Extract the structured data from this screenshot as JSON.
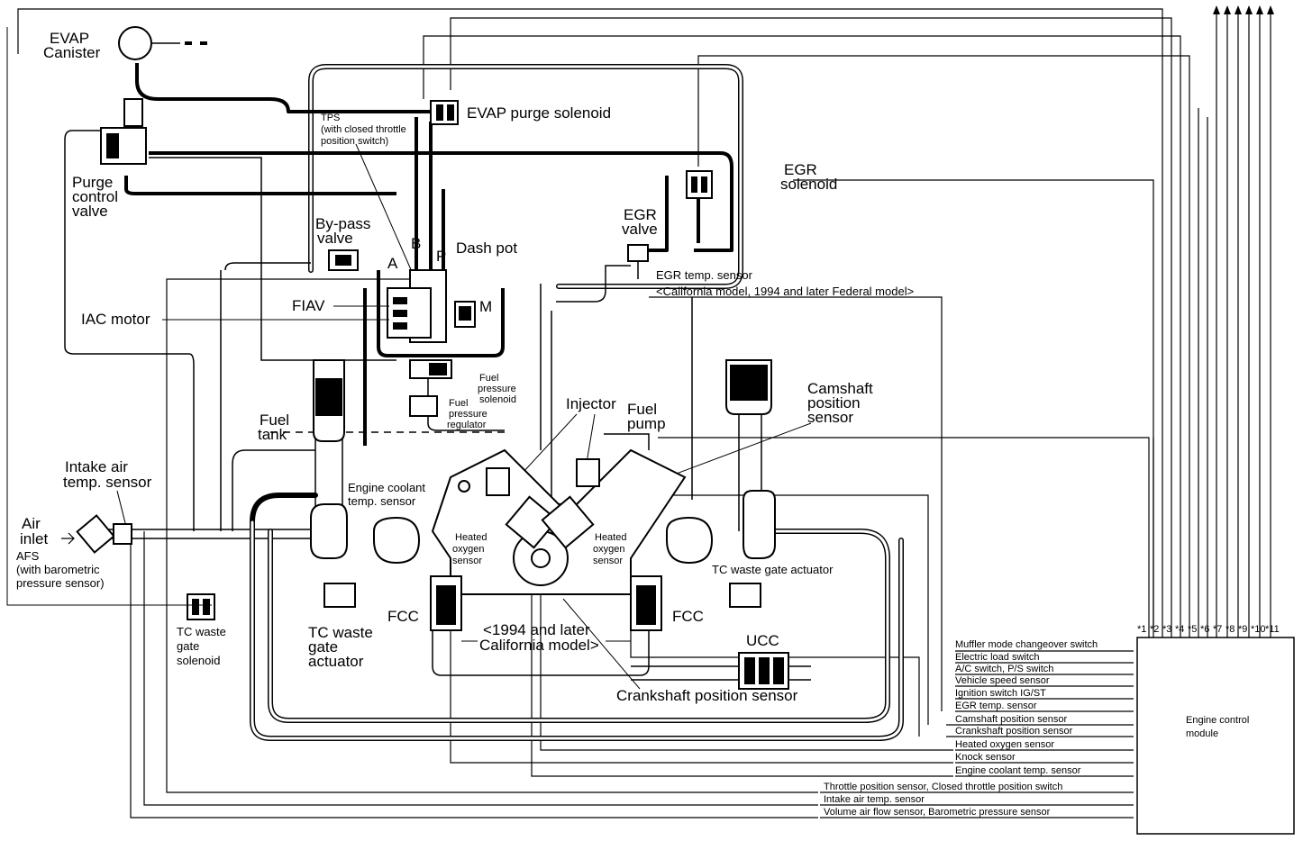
{
  "components": {
    "evap_canister": [
      "EVAP",
      "Canister"
    ],
    "purge_control_valve": [
      "Purge",
      "control",
      "valve"
    ],
    "evap_purge_solenoid": "EVAP purge solenoid",
    "tps": [
      "TPS",
      "(with closed throttle",
      "position switch)"
    ],
    "egr_solenoid": [
      "EGR",
      "solenoid"
    ],
    "egr_valve": [
      "EGR",
      "valve"
    ],
    "bypass_valve": [
      "By-pass",
      "valve"
    ],
    "dash_pot": "Dash pot",
    "egr_temp_sensor": [
      "EGR temp. sensor",
      "<California model, 1994 and later Federal model>"
    ],
    "fiav": "FIAV",
    "iac_motor": "IAC motor",
    "fuel_pressure_solenoid": [
      "Fuel",
      "pressure",
      "solenoid"
    ],
    "fuel_pressure_regulator": [
      "Fuel",
      "pressure",
      "regulator"
    ],
    "fuel_tank": [
      "Fuel",
      "tank"
    ],
    "injector": "Injector",
    "fuel_pump": [
      "Fuel",
      "pump"
    ],
    "camshaft_position_sensor": [
      "Camshaft",
      "position",
      "sensor"
    ],
    "intake_air_temp_sensor": [
      "Intake air",
      "temp. sensor"
    ],
    "engine_coolant_temp_sensor": [
      "Engine coolant",
      "temp. sensor"
    ],
    "air_inlet": [
      "Air",
      "inlet"
    ],
    "afs": [
      "AFS",
      "(with barometric",
      "pressure sensor)"
    ],
    "heated_oxygen_sensor_left": [
      "Heated",
      "oxygen",
      "sensor"
    ],
    "heated_oxygen_sensor_right": [
      "Heated",
      "oxygen",
      "sensor"
    ],
    "tc_waste_gate_actuator_right": "TC waste gate actuator",
    "tc_waste_gate_actuator_left": [
      "TC waste",
      "gate",
      "actuator"
    ],
    "tc_waste_gate_solenoid": [
      "TC waste",
      "gate",
      "solenoid"
    ],
    "fcc_left": "FCC",
    "fcc_right": "FCC",
    "california_note": [
      "<1994 and later",
      "California model>"
    ],
    "ucc": "UCC",
    "crankshaft_position_sensor": "Crankshaft position sensor",
    "port_a": "A",
    "port_b": "B",
    "port_p": "P",
    "port_m": "M"
  },
  "ecm": {
    "label": [
      "Engine control",
      "module"
    ],
    "terminals": [
      "*1",
      "*2",
      "*3",
      "*4",
      "*5",
      "*6",
      "*7",
      "*8",
      "*9",
      "*10",
      "*11"
    ]
  },
  "ecm_inputs": [
    "Muffler mode changeover switch",
    "Electric load switch",
    "A/C switch, P/S switch",
    "Vehicle speed sensor",
    "Ignition switch IG/ST",
    "EGR temp. sensor",
    "Camshaft position sensor",
    "Crankshaft position sensor",
    "Heated oxygen sensor",
    "Knock sensor",
    "Engine coolant temp. sensor",
    "Throttle position sensor, Closed throttle position switch",
    "Intake air temp. sensor",
    "Volume air flow sensor, Barometric pressure sensor"
  ]
}
